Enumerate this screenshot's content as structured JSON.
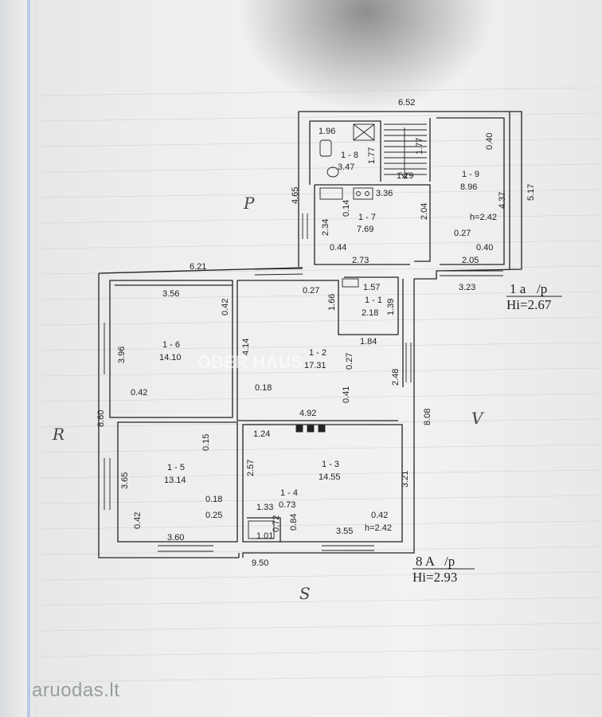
{
  "rooms": [
    {
      "id": "1 - 1",
      "area": "2.18"
    },
    {
      "id": "1 - 2",
      "area": "17.31"
    },
    {
      "id": "1 - 3",
      "area": "14.55"
    },
    {
      "id": "1 - 4",
      "area": "0.73"
    },
    {
      "id": "1 - 5",
      "area": "13.14"
    },
    {
      "id": "1 - 6",
      "area": "14.10"
    },
    {
      "id": "1 - 7",
      "area": "7.69"
    },
    {
      "id": "1 - 8",
      "area": "3.47"
    },
    {
      "id": "1 - 9",
      "area": "8.96"
    }
  ],
  "dimensions": [
    "6.52",
    "1.96",
    "1.77",
    "1.77",
    "1.19",
    "0.40",
    "4.65",
    "3.36",
    "0.14",
    "2.34",
    "2.04",
    "4.37",
    "5.17",
    "h=2.42",
    "0.27",
    "0.40",
    "0.44",
    "2.73",
    "2.05",
    "6.21",
    "3.23",
    "3.56",
    "0.42",
    "0.27",
    "1.57",
    "1.66",
    "1.39",
    "3.96",
    "4.14",
    "1.84",
    "0.27",
    "2.48",
    "0.42",
    "0.18",
    "0.41",
    "8.60",
    "4.92",
    "8.08",
    "1.24",
    "0.15",
    "2.57",
    "3.65",
    "0.18",
    "1.33",
    "3.21",
    "0.25",
    "0.42",
    "0.84",
    "0.42",
    "0.72",
    "1.01",
    "3.60",
    "3.55",
    "h=2.42",
    "9.50"
  ],
  "labels": {
    "upper_code": "1 a",
    "upper_suffix": "/p",
    "upper_hi": "Hi=2.67",
    "lower_code": "8 A",
    "lower_suffix": "/p",
    "lower_hi": "Hi=2.93",
    "hand_p": "P",
    "hand_r": "R",
    "hand_v": "V",
    "hand_s": "S",
    "watermark": "OBER HAUS",
    "logo_main": "aruodas",
    "logo_tld": ".lt"
  },
  "colors": {
    "ink": "#222222",
    "paper": "#eeefef",
    "logo": "#8a8d8f"
  }
}
